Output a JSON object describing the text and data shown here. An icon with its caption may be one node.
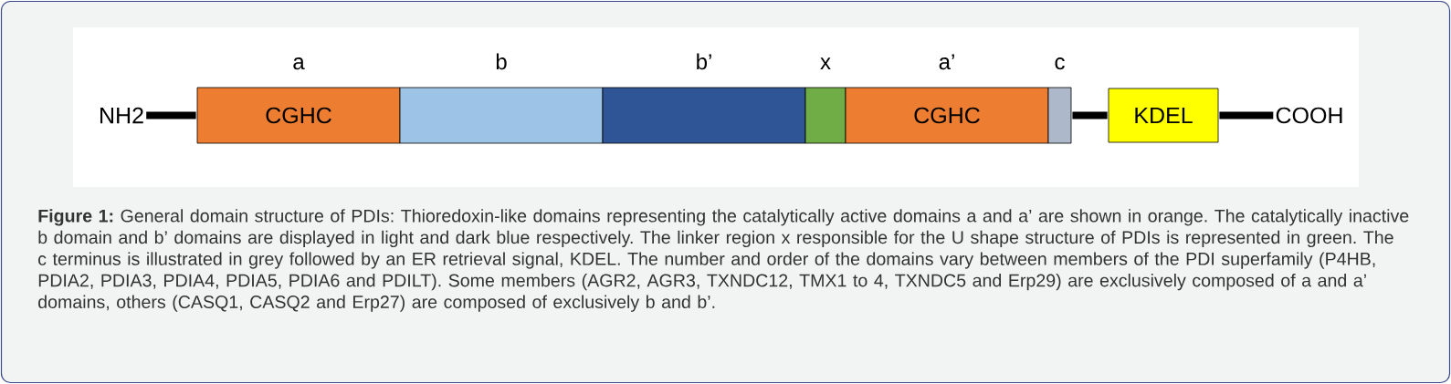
{
  "diagram": {
    "caption": "**Figure 1:** General domain structure of PDIs: Thioredoxin-like domains representing the catalytically active domains a and a’ are shown in orange. The catalytically inactive b domain and b’ domains are displayed in light and dark blue respectively. The linker region x responsible for the U shape structure of PDIs is represented in green. The c terminus is illustrated in grey followed by an ER retrieval signal, KDEL. The number and order of the domains vary between members of the PDI superfamily (P4HB, PDIA2, PDIA3, PDIA4, PDIA5, PDIA6 and PDILT). Some members (AGR2, AGR3, TXNDC12, TMX1 to 4, TXNDC5 and Erp29) are exclusively composed of a and a’ domains, others (CASQ1, CASQ2 and Erp27) are composed of exclusively b and b’.",
    "nodes": [
      {
        "text": [
          "NH2"
        ]
      },
      {
        "text": [
          "CGHC"
        ],
        "beside": [
          "a"
        ]
      },
      {
        "text": [],
        "shape": "box",
        "beside": [
          "b"
        ]
      },
      {
        "text": [],
        "shape": "box",
        "beside": [
          "b’"
        ]
      },
      {
        "text": [],
        "shape": "box",
        "beside": [
          "x"
        ]
      },
      {
        "text": [
          "CGHC"
        ],
        "beside": [
          "a’"
        ]
      },
      {
        "text": [],
        "shape": "box",
        "beside": [
          "c"
        ]
      },
      {
        "text": [
          "KDEL"
        ]
      },
      {
        "text": [
          "COOH"
        ]
      }
    ],
    "edges": [
      {
        "from": 0,
        "to": 1,
        "arrow": "none"
      },
      {
        "from": 6,
        "to": 7,
        "arrow": "none"
      },
      {
        "from": 7,
        "to": 8,
        "arrow": "none"
      }
    ]
  }
}
